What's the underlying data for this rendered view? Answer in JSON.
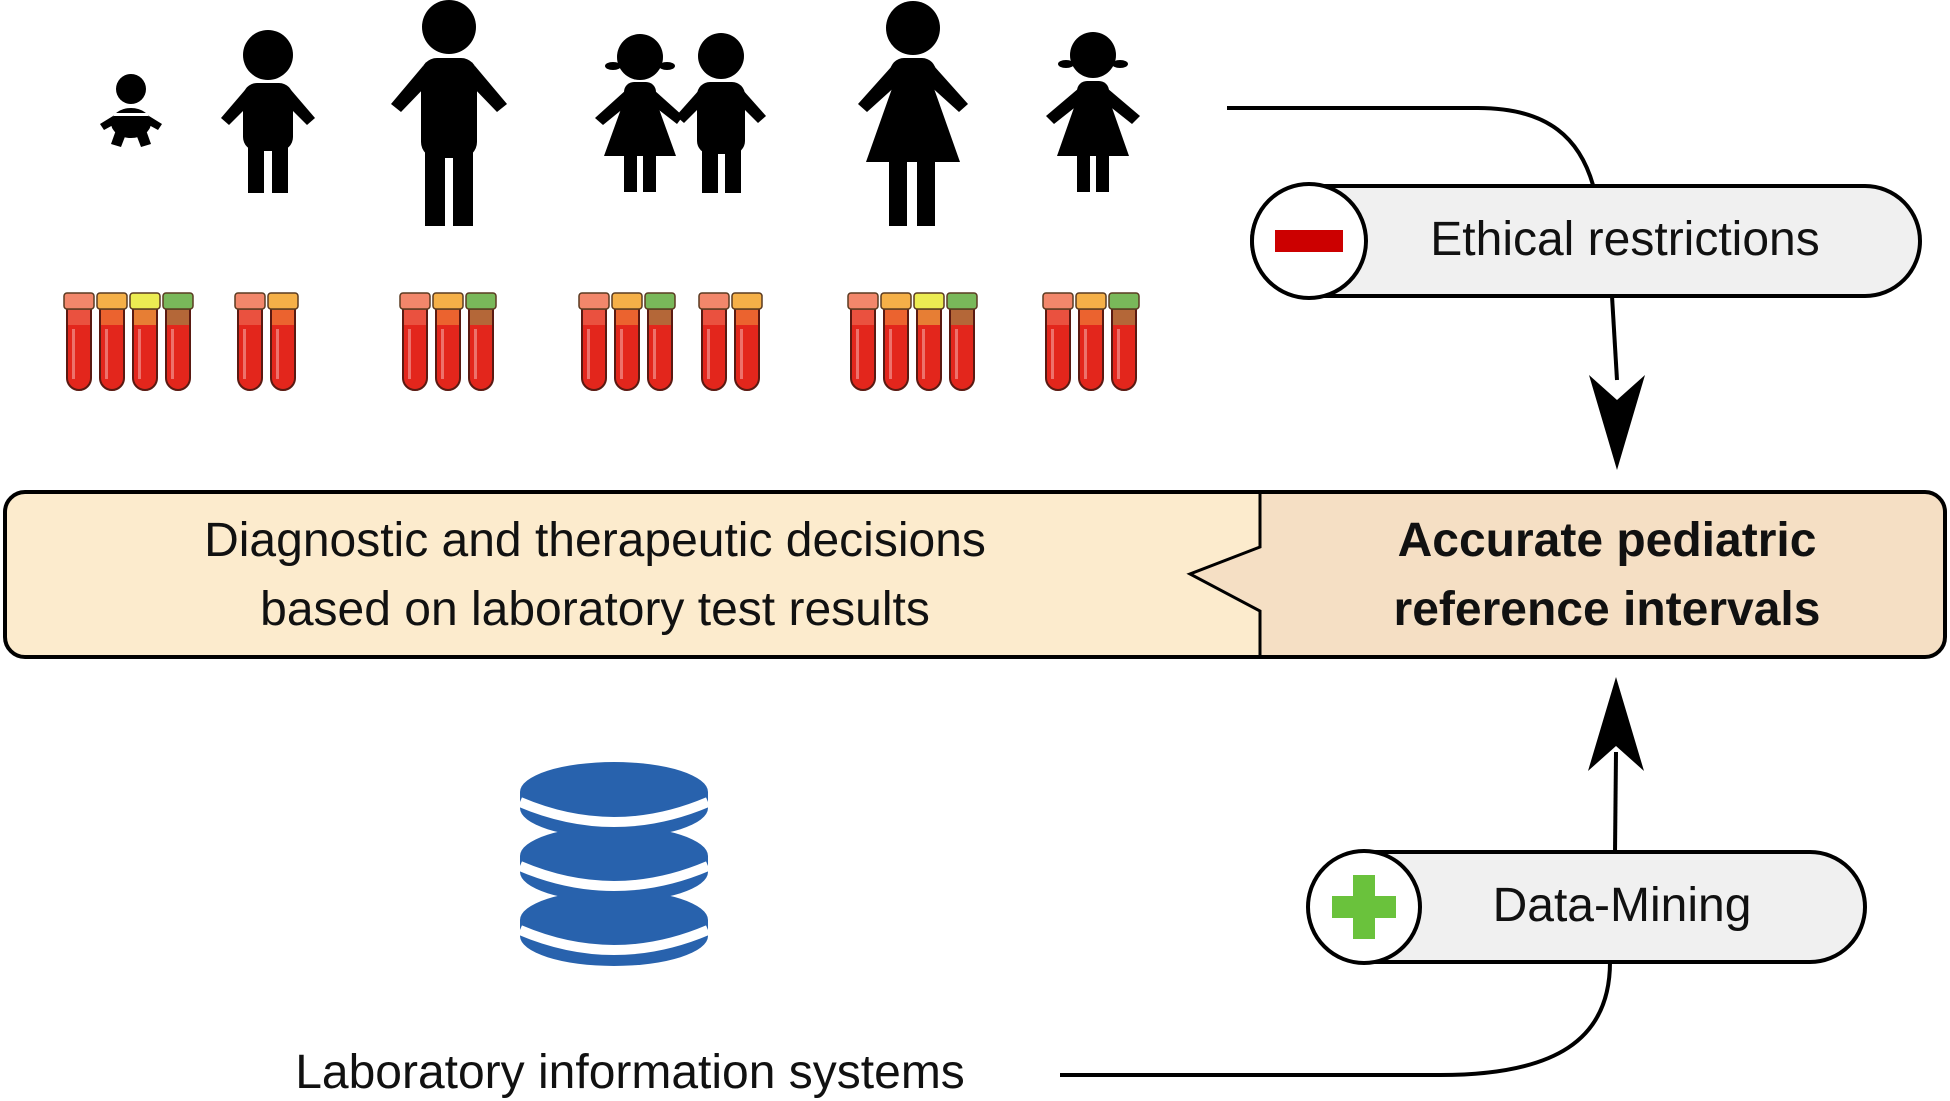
{
  "diagram": {
    "people_icons": [
      "baby-icon",
      "child-icon",
      "man-icon",
      "girl-boy-pair-icon",
      "woman-icon",
      "girl-icon"
    ],
    "tube_cap_colors": [
      "#f2876b",
      "#f5b048",
      "#ecec52",
      "#79b85a"
    ],
    "tube_fill_color": "#e3261c",
    "tube_group_caps": [
      [
        0,
        1,
        2,
        3
      ],
      [
        0,
        1
      ],
      [
        0,
        1,
        3
      ],
      [
        0,
        1,
        3
      ],
      [
        0,
        1
      ],
      [
        0,
        1,
        2,
        3
      ],
      [
        0,
        1,
        3
      ]
    ],
    "main_box": {
      "left_line1": "Diagnostic and therapeutic decisions",
      "left_line2": "based on laboratory test results",
      "right_line1": "Accurate pediatric",
      "right_line2": "reference intervals",
      "left_fill": "#fcebcd",
      "right_fill": "#f5dfc4"
    },
    "ethical_pill": {
      "label": "Ethical restrictions",
      "icon": "minus-icon",
      "icon_color": "#cc0000"
    },
    "datamining_pill": {
      "label": "Data-Mining",
      "icon": "plus-icon",
      "icon_color": "#6ac23c"
    },
    "database": {
      "icon": "database-icon",
      "color": "#2862ad",
      "caption": "Laboratory information systems"
    }
  }
}
